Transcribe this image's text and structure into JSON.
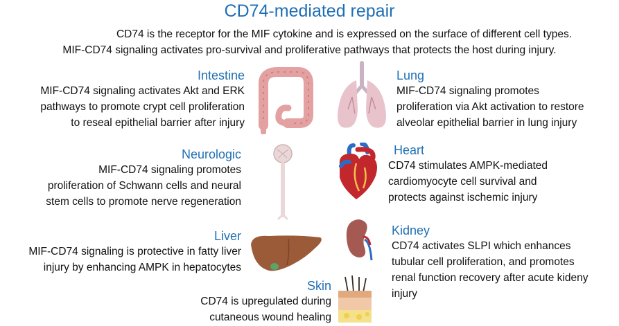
{
  "title": "CD74-mediated repair",
  "intro": {
    "line1": "CD74 is the receptor for the MIF cytokine and is expressed on the surface of different cell types.",
    "line2": "MIF-CD74 signaling activates pro-survival and proliferative pathways that protects the host during injury."
  },
  "sections": {
    "intestine": {
      "heading": "Intestine",
      "lines": [
        "MIF-CD74 signaling activates Akt and ERK",
        "pathways to promote crypt cell proliferation",
        "to reseal epithelial barrier after injury"
      ],
      "icon": "intestine-icon"
    },
    "lung": {
      "heading": "Lung",
      "lines": [
        "MIF-CD74 signaling promotes",
        "proliferation via Akt activation to restore",
        "alveolar epithelial barrier in lung injury"
      ],
      "icon": "lung-icon"
    },
    "neurologic": {
      "heading": "Neurologic",
      "lines": [
        "MIF-CD74 signaling promotes",
        "proliferation of Schwann cells and neural",
        "stem cells to promote nerve regeneration"
      ],
      "icon": "neuron-icon"
    },
    "heart": {
      "heading": "Heart",
      "lines": [
        "CD74 stimulates AMPK-mediated",
        "cardiomyocyte cell survival and",
        "protects against ischemic injury"
      ],
      "icon": "heart-icon"
    },
    "liver": {
      "heading": "Liver",
      "lines": [
        "MIF-CD74 signaling is protective in fatty liver",
        "injury by enhancing AMPK in hepatocytes"
      ],
      "icon": "liver-icon"
    },
    "kidney": {
      "heading": "Kidney",
      "lines": [
        "CD74 activates SLPI which enhances",
        "tubular cell proliferation, and promotes",
        "renal function recovery after acute kideny",
        "injury"
      ],
      "icon": "kidney-icon"
    },
    "skin": {
      "heading": "Skin",
      "lines": [
        "CD74 is upregulated during",
        "cutaneous wound healing"
      ],
      "icon": "skin-icon"
    }
  },
  "colors": {
    "heading": "#1f6fb5",
    "text": "#111111"
  }
}
